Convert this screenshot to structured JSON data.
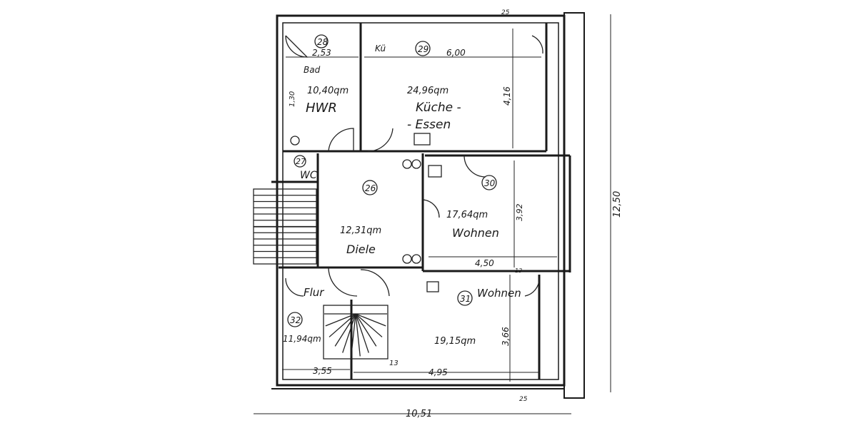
{
  "plan": {
    "rooms": [
      {
        "number": "28",
        "area": "10,40qm",
        "name": "HWR",
        "note": "Bad"
      },
      {
        "number": "29",
        "area": "24,96qm",
        "name": "Küche -",
        "name2": "- Essen",
        "note": "Kü"
      },
      {
        "number": "27",
        "name": "WC"
      },
      {
        "number": "26",
        "area": "12,31qm",
        "name": "Diele"
      },
      {
        "number": "30",
        "area": "17,64qm",
        "name": "Wohnen"
      },
      {
        "number": "31",
        "area": "19,15qm",
        "name": "Wohnen"
      },
      {
        "number": "32",
        "area": "11,94qm",
        "name": "Flur"
      }
    ],
    "dimensions": {
      "hwr_width": "2,53",
      "kitchen_width": "6,00",
      "kitchen_depth": "4,16",
      "living30_width": "4,50",
      "living30_depth": "3,92",
      "living31_depth": "3,66",
      "flur_width": "3,55",
      "wall13": "13",
      "living31_width": "4,95",
      "total_width": "10,51",
      "total_depth": "12,50",
      "wall25_top": "25",
      "wall25_bottom": "25",
      "hwr_side": "1,30",
      "wall_mark": "13"
    }
  }
}
